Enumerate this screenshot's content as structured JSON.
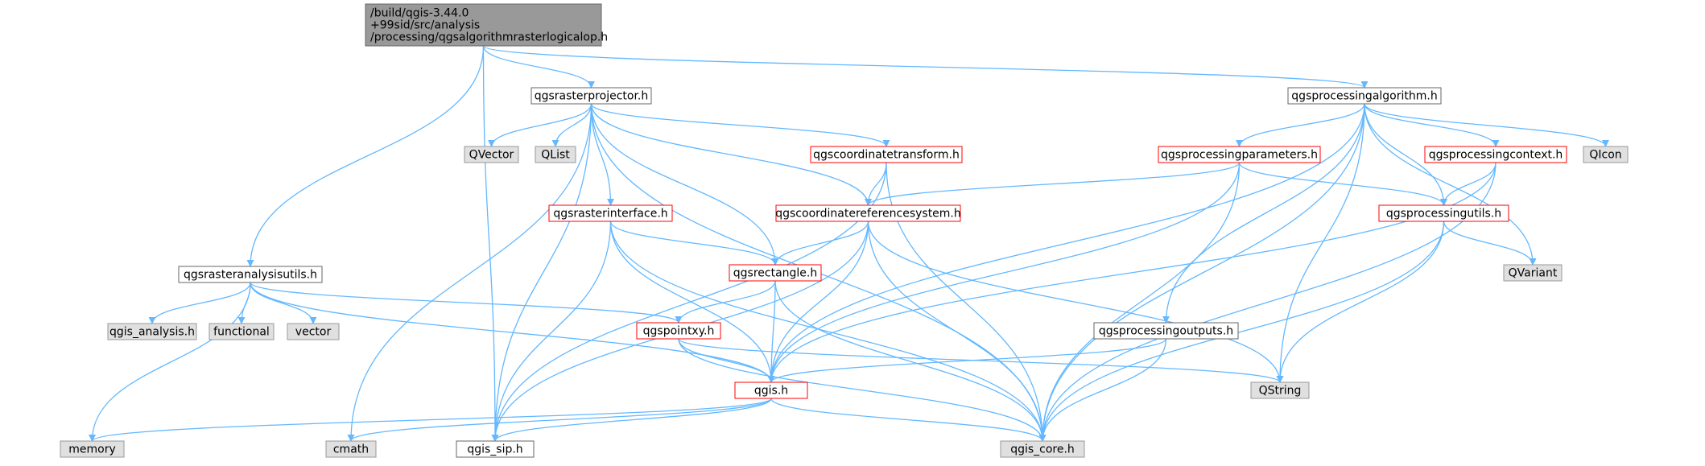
{
  "colors": {
    "edge": "#63b8ff",
    "border_plain": "#666666",
    "border_incomplete": "#ff0000",
    "border_system": "#999999",
    "fill_root": "#999999",
    "fill_plain": "#ffffff",
    "fill_system": "#e0e0e0"
  },
  "nodes": [
    {
      "id": "root",
      "lines": [
        "/build/qgis-3.44.0",
        "+99sid/src/analysis",
        "/processing/qgsalgorithmrasterlogicalop.h"
      ],
      "kind": "root"
    },
    {
      "id": "rasterprojector",
      "lines": [
        "qgsrasterprojector.h"
      ],
      "kind": "plain"
    },
    {
      "id": "processingalgorithm",
      "lines": [
        "qgsprocessingalgorithm.h"
      ],
      "kind": "plain"
    },
    {
      "id": "rasteranalysisutils",
      "lines": [
        "qgsrasteranalysisutils.h"
      ],
      "kind": "plain"
    },
    {
      "id": "qvector",
      "lines": [
        "QVector"
      ],
      "kind": "system"
    },
    {
      "id": "qlist",
      "lines": [
        "QList"
      ],
      "kind": "system"
    },
    {
      "id": "coordinatetransform",
      "lines": [
        "qgscoordinatetransform.h"
      ],
      "kind": "incomplete"
    },
    {
      "id": "processingparameters",
      "lines": [
        "qgsprocessingparameters.h"
      ],
      "kind": "incomplete"
    },
    {
      "id": "processingcontext",
      "lines": [
        "qgsprocessingcontext.h"
      ],
      "kind": "incomplete"
    },
    {
      "id": "qicon",
      "lines": [
        "QIcon"
      ],
      "kind": "system"
    },
    {
      "id": "rasterinterface",
      "lines": [
        "qgsrasterinterface.h"
      ],
      "kind": "incomplete"
    },
    {
      "id": "coordinatereferencesystem",
      "lines": [
        "qgscoordinatereferencesystem.h"
      ],
      "kind": "incomplete"
    },
    {
      "id": "processingutils",
      "lines": [
        "qgsprocessingutils.h"
      ],
      "kind": "incomplete"
    },
    {
      "id": "qvariant",
      "lines": [
        "QVariant"
      ],
      "kind": "system"
    },
    {
      "id": "rectangle",
      "lines": [
        "qgsrectangle.h"
      ],
      "kind": "incomplete"
    },
    {
      "id": "qgis_analysis",
      "lines": [
        "qgis_analysis.h"
      ],
      "kind": "system"
    },
    {
      "id": "functional",
      "lines": [
        "functional"
      ],
      "kind": "system"
    },
    {
      "id": "vector",
      "lines": [
        "vector"
      ],
      "kind": "system"
    },
    {
      "id": "pointxy",
      "lines": [
        "qgspointxy.h"
      ],
      "kind": "incomplete"
    },
    {
      "id": "processingoutputs",
      "lines": [
        "qgsprocessingoutputs.h"
      ],
      "kind": "plain"
    },
    {
      "id": "qgis",
      "lines": [
        "qgis.h"
      ],
      "kind": "incomplete"
    },
    {
      "id": "qstring",
      "lines": [
        "QString"
      ],
      "kind": "system"
    },
    {
      "id": "memory",
      "lines": [
        "memory"
      ],
      "kind": "system"
    },
    {
      "id": "cmath",
      "lines": [
        "cmath"
      ],
      "kind": "system"
    },
    {
      "id": "qgis_sip",
      "lines": [
        "qgis_sip.h"
      ],
      "kind": "plain"
    },
    {
      "id": "qgis_core",
      "lines": [
        "qgis_core.h"
      ],
      "kind": "system"
    }
  ],
  "edges": [
    [
      "root",
      "rasteranalysisutils"
    ],
    [
      "root",
      "qgis_sip"
    ],
    [
      "root",
      "rasterprojector"
    ],
    [
      "root",
      "processingalgorithm"
    ],
    [
      "rasterprojector",
      "cmath"
    ],
    [
      "rasterprojector",
      "qgis_sip"
    ],
    [
      "rasterprojector",
      "qgis_core"
    ],
    [
      "rasterprojector",
      "qvector"
    ],
    [
      "rasterprojector",
      "qlist"
    ],
    [
      "rasterprojector",
      "rasterinterface"
    ],
    [
      "rasterprojector",
      "rectangle"
    ],
    [
      "rasterprojector",
      "coordinatetransform"
    ],
    [
      "rasterprojector",
      "coordinatereferencesystem"
    ],
    [
      "coordinatetransform",
      "coordinatereferencesystem"
    ],
    [
      "coordinatetransform",
      "qgis_core"
    ],
    [
      "coordinatetransform",
      "qgis_sip"
    ],
    [
      "rasterinterface",
      "rectangle"
    ],
    [
      "rasterinterface",
      "qgis"
    ],
    [
      "rasterinterface",
      "qgis_sip"
    ],
    [
      "rasterinterface",
      "qgis_core"
    ],
    [
      "coordinatereferencesystem",
      "rectangle"
    ],
    [
      "coordinatereferencesystem",
      "qgis"
    ],
    [
      "coordinatereferencesystem",
      "qgis_sip"
    ],
    [
      "coordinatereferencesystem",
      "qgis_core"
    ],
    [
      "coordinatereferencesystem",
      "qstring"
    ],
    [
      "rectangle",
      "pointxy"
    ],
    [
      "rectangle",
      "qgis"
    ],
    [
      "rectangle",
      "qgis_core"
    ],
    [
      "pointxy",
      "qgis"
    ],
    [
      "pointxy",
      "qgis_core"
    ],
    [
      "pointxy",
      "qstring"
    ],
    [
      "qgis",
      "memory"
    ],
    [
      "qgis",
      "cmath"
    ],
    [
      "qgis",
      "qgis_sip"
    ],
    [
      "qgis",
      "qgis_core"
    ],
    [
      "rasteranalysisutils",
      "qgis_analysis"
    ],
    [
      "rasteranalysisutils",
      "functional"
    ],
    [
      "rasteranalysisutils",
      "vector"
    ],
    [
      "rasteranalysisutils",
      "memory"
    ],
    [
      "rasteranalysisutils",
      "pointxy"
    ],
    [
      "rasteranalysisutils",
      "qgis"
    ],
    [
      "processingalgorithm",
      "processingparameters"
    ],
    [
      "processingalgorithm",
      "processingcontext"
    ],
    [
      "processingalgorithm",
      "qicon"
    ],
    [
      "processingalgorithm",
      "qvariant"
    ],
    [
      "processingalgorithm",
      "processingutils"
    ],
    [
      "processingalgorithm",
      "processingoutputs"
    ],
    [
      "processingalgorithm",
      "qgis"
    ],
    [
      "processingalgorithm",
      "qstring"
    ],
    [
      "processingalgorithm",
      "qgis_core"
    ],
    [
      "processingparameters",
      "coordinatereferencesystem"
    ],
    [
      "processingparameters",
      "processingutils"
    ],
    [
      "processingparameters",
      "qgis"
    ],
    [
      "processingparameters",
      "qgis_core"
    ],
    [
      "processingcontext",
      "processingutils"
    ],
    [
      "processingcontext",
      "qgis"
    ],
    [
      "processingcontext",
      "qgis_core"
    ],
    [
      "processingutils",
      "qvariant"
    ],
    [
      "processingutils",
      "qstring"
    ],
    [
      "processingutils",
      "qgis_core"
    ],
    [
      "processingoutputs",
      "qgis"
    ],
    [
      "processingoutputs",
      "qgis_core"
    ]
  ]
}
